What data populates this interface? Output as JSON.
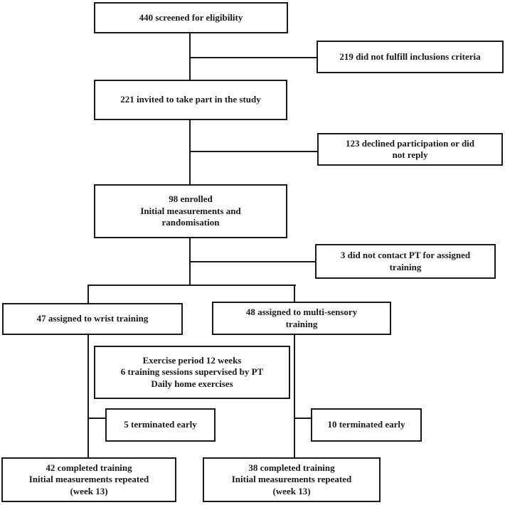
{
  "diagram": {
    "type": "consort-flowchart",
    "colors": {
      "background": "#ffffff",
      "box_fill": "#ffffff",
      "box_border": "#1a1a1a",
      "text": "#1a1a1a",
      "line": "#1a1a1a"
    },
    "nodes": {
      "screened": {
        "label": "440 screened for eligibility"
      },
      "not_fulfill": {
        "label": "219 did not fulfill inclusions criteria"
      },
      "invited": {
        "label": "221 invited to take part in the study"
      },
      "declined": {
        "label": "123 declined participation or did\nnot reply"
      },
      "enrolled": {
        "label": "98 enrolled\nInitial measurements and\nrandomisation"
      },
      "no_contact": {
        "label": "3 did not contact PT for assigned\ntraining"
      },
      "wrist": {
        "label": "47  assigned to wrist training"
      },
      "multisensory": {
        "label": "48 assigned to multi-sensory\ntraining"
      },
      "exercise": {
        "label": "Exercise period 12 weeks\n6 training sessions supervised by PT\nDaily home exercises"
      },
      "terminated_wrist": {
        "label": "5 terminated early"
      },
      "terminated_multisensory": {
        "label": "10 terminated early"
      },
      "completed_wrist": {
        "label": "42 completed training\nInitial measurements  repeated\n(week 13)"
      },
      "completed_multisensory": {
        "label": "38 completed training\nInitial measurements  repeated\n(week 13)"
      }
    },
    "edges": [
      {
        "from": "screened",
        "to": "not_fulfill"
      },
      {
        "from": "screened",
        "to": "invited"
      },
      {
        "from": "invited",
        "to": "declined"
      },
      {
        "from": "invited",
        "to": "enrolled"
      },
      {
        "from": "enrolled",
        "to": "no_contact"
      },
      {
        "from": "enrolled",
        "to": "wrist"
      },
      {
        "from": "enrolled",
        "to": "multisensory"
      },
      {
        "from": "wrist",
        "to": "terminated_wrist"
      },
      {
        "from": "wrist",
        "to": "completed_wrist"
      },
      {
        "from": "multisensory",
        "to": "terminated_multisensory"
      },
      {
        "from": "multisensory",
        "to": "completed_multisensory"
      }
    ]
  }
}
